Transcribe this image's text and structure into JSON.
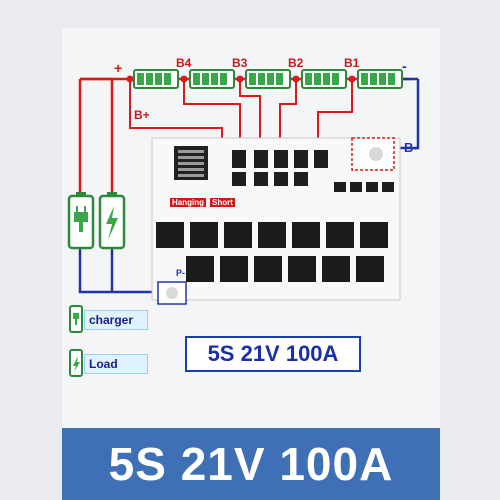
{
  "diagram": {
    "cells": [
      "B4",
      "B3",
      "B2",
      "B1"
    ],
    "positive_label": "+",
    "negative_label": "-",
    "b_plus_label": "B+",
    "b_minus_label": "B-",
    "p_minus_label": "P-",
    "status_labels": [
      "Hanging",
      "Short"
    ],
    "legend": [
      {
        "label": "charger",
        "icon": "plug-icon"
      },
      {
        "label": "Load",
        "icon": "lightning-icon"
      }
    ],
    "title": "5S 21V 100A",
    "banner": "5S 21V 100A"
  },
  "colors": {
    "wire_red": "#d81c1c",
    "wire_blue": "#2233aa",
    "battery_green": "#3aa64a",
    "title_blue": "#1b2fa8",
    "banner_blue": "#3f6fb5"
  }
}
